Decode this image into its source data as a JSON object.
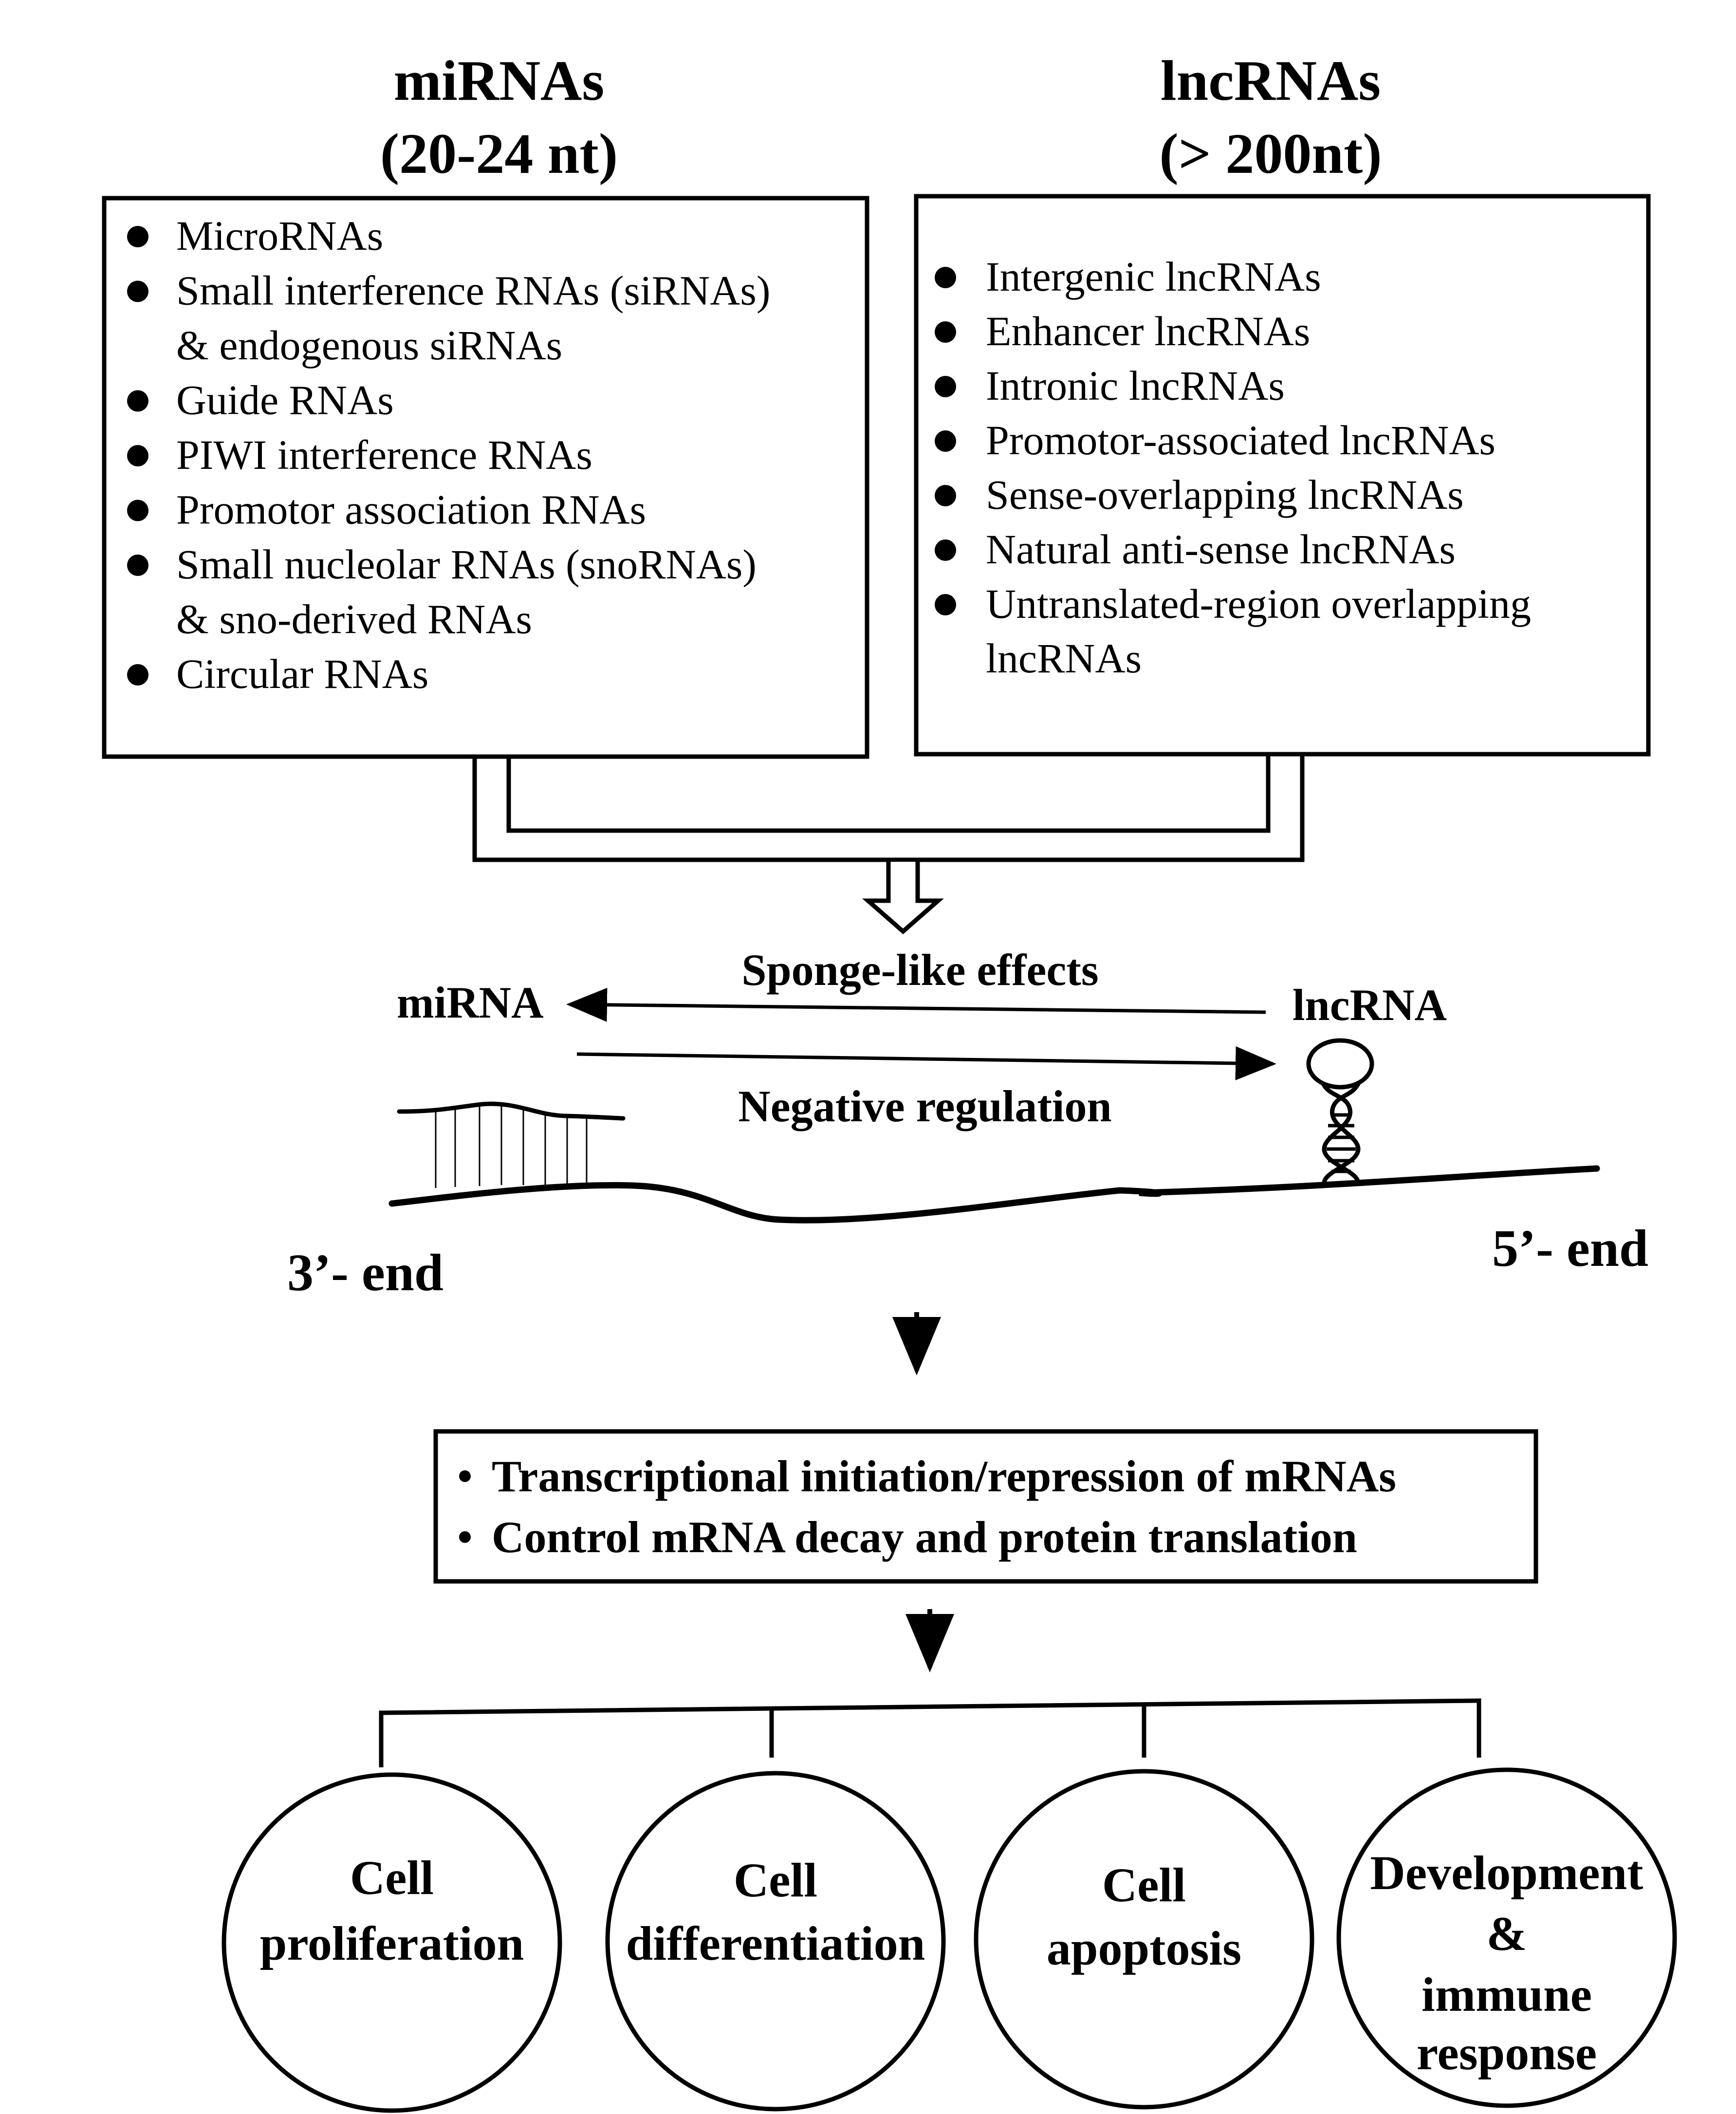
{
  "mirna_group": {
    "title": "miRNAs",
    "subtitle": "(20-24 nt)",
    "items": [
      [
        "MicroRNAs"
      ],
      [
        "Small  interference RNAs (siRNAs)",
        "& endogenous  siRNAs"
      ],
      [
        "Guide RNAs"
      ],
      [
        "PIWI interference RNAs"
      ],
      [
        "Promotor association RNAs"
      ],
      [
        "Small  nucleolar RNAs (snoRNAs)",
        "& sno-derived RNAs"
      ],
      [
        "Circular RNAs"
      ]
    ]
  },
  "lncrna_group": {
    "title": "lncRNAs",
    "subtitle": "(> 200nt)",
    "items": [
      [
        "Intergenic lncRNAs"
      ],
      [
        "Enhancer lncRNAs"
      ],
      [
        "Intronic lncRNAs"
      ],
      [
        "Promotor-associated lncRNAs"
      ],
      [
        "Sense-overlapping  lncRNAs"
      ],
      [
        "Natural anti-sense lncRNAs"
      ],
      [
        "Untranslated-region  overlapping",
        "lncRNAs"
      ]
    ]
  },
  "interaction": {
    "sponge_label": "Sponge-like effects",
    "negative_label": "Negative regulation",
    "mirna_label": "miRNA",
    "lncrna_label": "lncRNA",
    "three_prime": "3’- end",
    "five_prime": "5’- end"
  },
  "functions_box": {
    "lines": [
      "Transcriptional initiation/repression of mRNAs",
      "Control mRNA decay and protein translation"
    ]
  },
  "outcomes": [
    [
      "Cell",
      "proliferation"
    ],
    [
      "Cell",
      "differentiation"
    ],
    [
      "Cell",
      "apoptosis"
    ],
    [
      "Development",
      "&",
      "immune",
      "response"
    ]
  ]
}
